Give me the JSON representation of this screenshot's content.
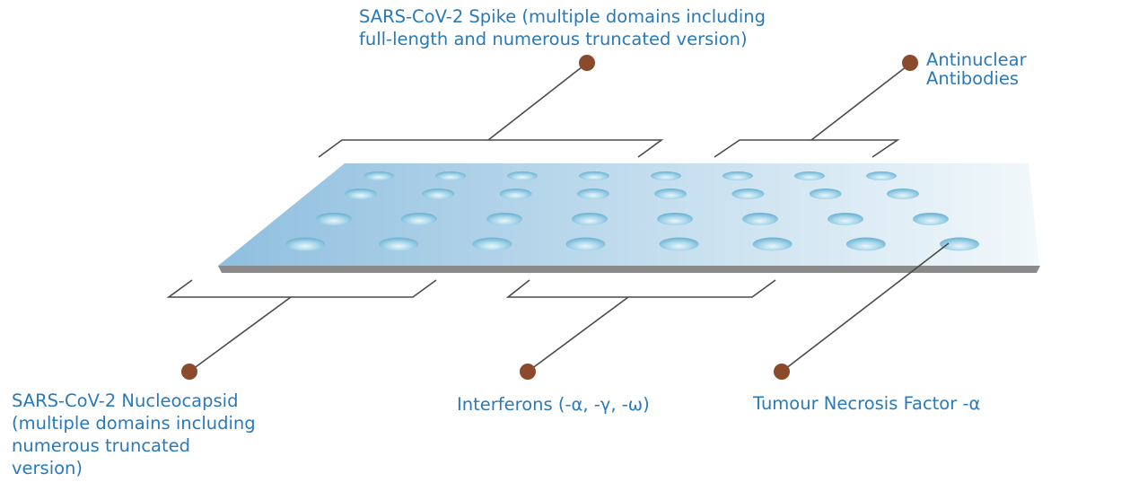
{
  "colors": {
    "label_text": "#2a79b8",
    "pointer_dot": "#8b4a2b",
    "leader_line": "#4a4a4a",
    "slide_left": "#8fbfdf",
    "slide_right": "#f2f8fb",
    "slide_edge": "#8a8a8a"
  },
  "slide": {
    "rows": 4,
    "spots_per_row": 8
  },
  "labels": {
    "spike": {
      "line1": "SARS-CoV-2 Spike  (multiple domains including",
      "line2": "full-length  and  numerous truncated version)"
    },
    "antinuclear": {
      "line1": "Antinuclear",
      "line2": "Antibodies"
    },
    "nucleocapsid": {
      "line1": "SARS-CoV-2 Nucleocapsid",
      "line2": "(multiple domains including",
      "line3": "numerous truncated",
      "line4": "version)"
    },
    "interferons": {
      "text": "Interferons (-α, -γ, -ω)"
    },
    "tnf": {
      "text": "Tumour  Necrosis Factor  -α"
    }
  }
}
